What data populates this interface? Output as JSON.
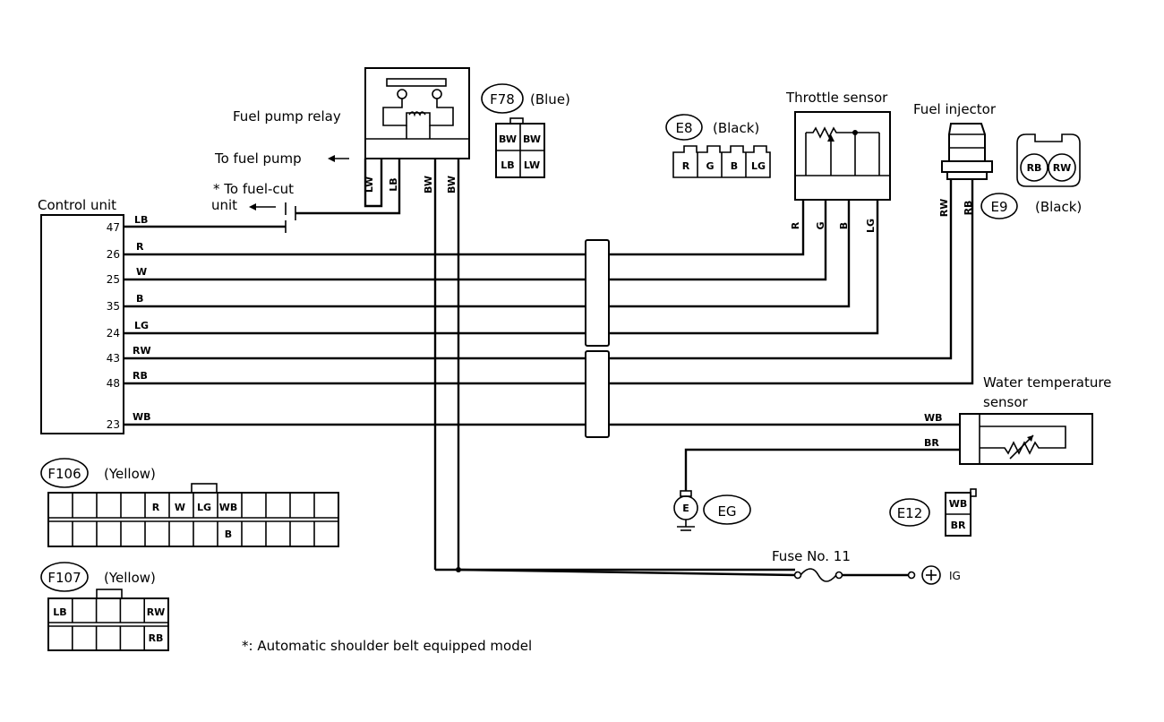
{
  "relay": {
    "title": "Fuel pump relay",
    "to_pump": "To fuel pump",
    "to_cut_1": "* To fuel-cut",
    "to_cut_2": "unit",
    "pins": [
      "LW",
      "LB",
      "BW",
      "BW"
    ]
  },
  "control_unit": {
    "title": "Control unit",
    "pins": [
      {
        "num": "47",
        "wire": "LB"
      },
      {
        "num": "26",
        "wire": "R"
      },
      {
        "num": "25",
        "wire": "W"
      },
      {
        "num": "35",
        "wire": "B"
      },
      {
        "num": "24",
        "wire": "LG"
      },
      {
        "num": "43",
        "wire": "RW"
      },
      {
        "num": "48",
        "wire": "RB"
      },
      {
        "num": "23",
        "wire": "WB"
      }
    ]
  },
  "connectors": {
    "f78": {
      "id": "F78",
      "color": "(Blue)",
      "cells": [
        "BW",
        "BW",
        "LB",
        "LW"
      ]
    },
    "e8": {
      "id": "E8",
      "color": "(Black)",
      "cells": [
        "R",
        "G",
        "B",
        "LG"
      ]
    },
    "e9": {
      "id": "E9",
      "color": "(Black)",
      "cells": [
        "RB",
        "RW"
      ]
    },
    "e12": {
      "id": "E12",
      "cells": [
        "WB",
        "BR"
      ]
    },
    "f106": {
      "id": "F106",
      "color": "(Yellow)",
      "top": [
        "R",
        "W",
        "LG",
        "WB"
      ],
      "bottom": "B"
    },
    "f107": {
      "id": "F107",
      "color": "(Yellow)",
      "top_l": "LB",
      "top_r": "RW",
      "bottom_r": "RB"
    }
  },
  "throttle": {
    "title": "Throttle sensor",
    "wires": [
      "R",
      "G",
      "B",
      "LG"
    ]
  },
  "injector": {
    "title": "Fuel injector",
    "wires": [
      "RW",
      "RB"
    ]
  },
  "water": {
    "title_1": "Water temperature",
    "title_2": "sensor",
    "wire_wb": "WB",
    "wire_br": "BR"
  },
  "ground": {
    "symbol": "E",
    "label": "EG"
  },
  "fuse": {
    "label": "Fuse No. 11",
    "ig": "IG"
  },
  "footnote": "*:  Automatic shoulder belt equipped model"
}
